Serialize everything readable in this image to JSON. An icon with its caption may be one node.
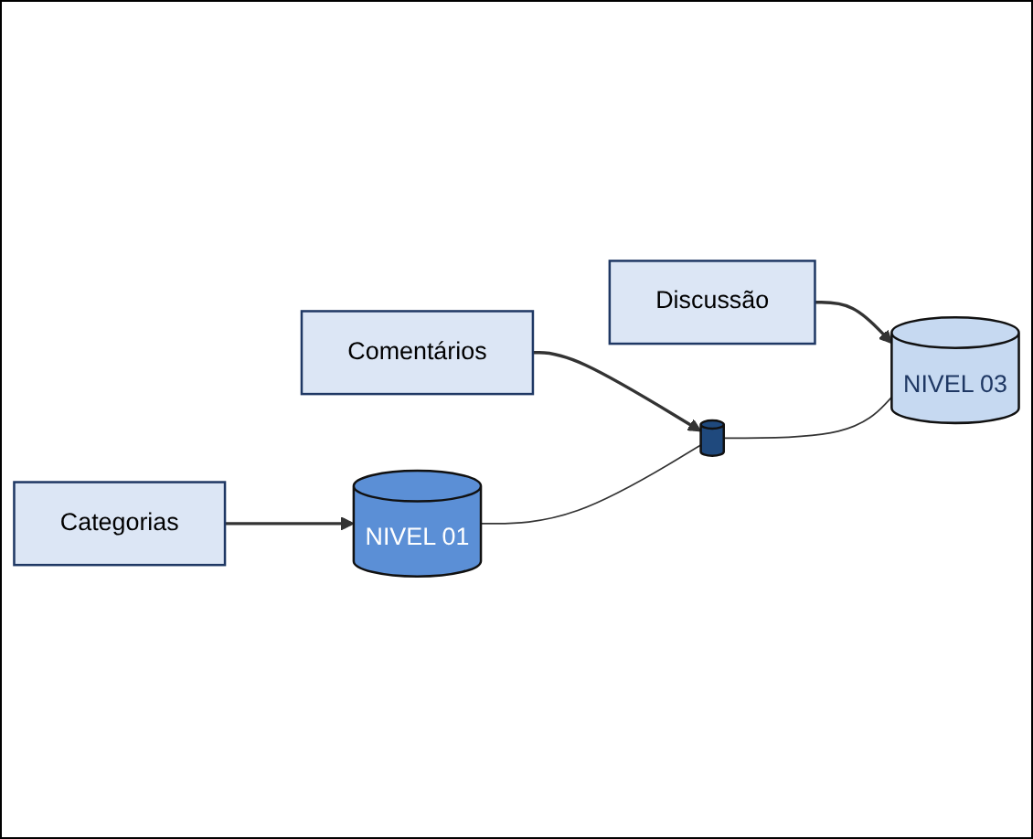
{
  "diagram": {
    "nodes": [
      {
        "text": [
          "Categorias"
        ]
      },
      {
        "text": [
          "NIVEL 01"
        ]
      },
      {
        "text": [
          "Comentários"
        ]
      },
      {
        "text": [],
        "shape": "cylinder"
      },
      {
        "text": [
          "Discussão"
        ]
      },
      {
        "text": [
          "NIVEL 03"
        ]
      }
    ],
    "edges": [
      {
        "from": 0,
        "to": 1,
        "arrow": "to"
      },
      {
        "from": 2,
        "to": 3,
        "arrow": "to"
      },
      {
        "from": 4,
        "to": 5,
        "arrow": "to"
      },
      {
        "from": 1,
        "to": 3,
        "arrow": "none"
      },
      {
        "from": 3,
        "to": 5,
        "arrow": "none"
      }
    ]
  }
}
